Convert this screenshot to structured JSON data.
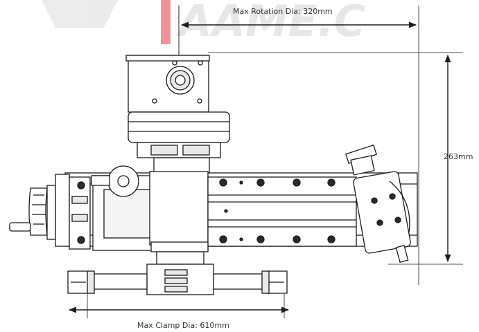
{
  "watermark": {
    "text": "AAME.C",
    "color": "#e23a44",
    "ghost_color": "#d8d8d8"
  },
  "dimensions": {
    "rotation": "Max Rotation Dia: 320mm",
    "height": "263mm",
    "clamp": "Max Clamp Dia: 610mm"
  },
  "colors": {
    "line": "#1a1a1a",
    "fill": "#ffffff",
    "shade": "#e9e9e9",
    "dark": "#2a2a2a"
  }
}
